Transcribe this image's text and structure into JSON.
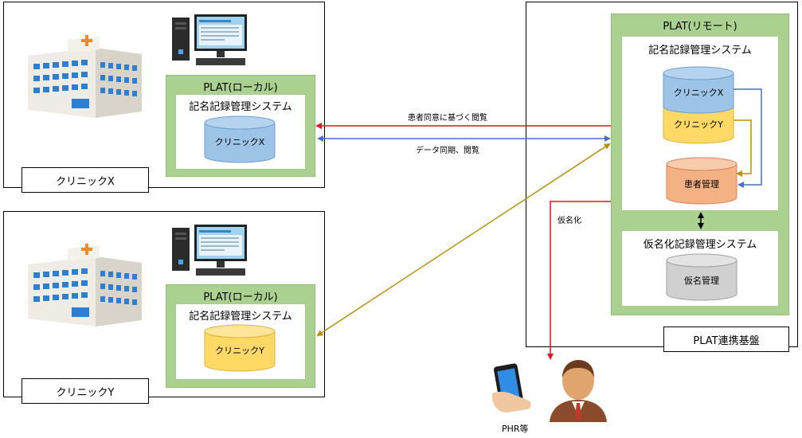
{
  "clinic_x": {
    "name": "クリニックX",
    "plat_title": "PLAT(ローカル)",
    "system_title": "記名記録管理システム",
    "db_label": "クリニックX"
  },
  "clinic_y": {
    "name": "クリニックY",
    "plat_title": "PLAT(ローカル)",
    "system_title": "記名記録管理システム",
    "db_label": "クリニックY"
  },
  "platform": {
    "name": "PLAT連携基盤",
    "remote_title": "PLAT(リモート)",
    "named_system_title": "記名記録管理システム",
    "db_clinic_x": "クリニックX",
    "db_clinic_y": "クリニックY",
    "db_patient": "患者管理",
    "pseudo_system_title": "仮名化記録管理システム",
    "db_pseudo": "仮名管理"
  },
  "flows": {
    "consent_view": "患者同意に基づく閲覧",
    "sync_view": "データ同期、閲覧",
    "pseudonymize": "仮名化"
  },
  "phr_label": "PHR等",
  "colors": {
    "red": "#e0141e",
    "blue": "#4472c4",
    "gold": "#b8900c",
    "db_blue": "#9dc3e6",
    "db_yellow": "#ffd966",
    "db_orange": "#f4b183",
    "db_gray": "#d0d0d0",
    "plat_green": "#aad18f"
  }
}
